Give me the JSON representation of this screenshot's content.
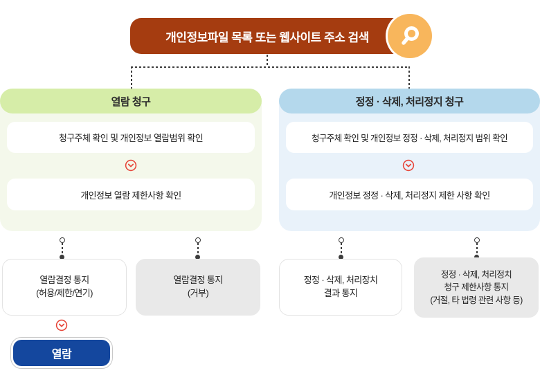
{
  "header": {
    "title": "개인정보파일 목록 또는 웹사이트 주소 검색",
    "icon": "search-icon"
  },
  "left_branch": {
    "title": "열람 청구",
    "steps": [
      "청구주체 확인 및 개인정보 열람범위 확인",
      "개인정보 열람 제한사항 확인"
    ]
  },
  "right_branch": {
    "title": "정정 · 삭제, 처리정지 청구",
    "steps": [
      "청구주체 확인 및 개인정보 정정 · 삭제, 처리정지 범위 확인",
      "개인정보 정정 · 삭제, 처리정지 제한 사항 확인"
    ]
  },
  "outcomes": [
    {
      "text": "열람결정 통지\n(허용/제한/연기)",
      "style": "outlined"
    },
    {
      "text": "열람결정 통지\n(거부)",
      "style": "filled"
    },
    {
      "text": "정정 · 삭제, 처리장치\n결과 통지",
      "style": "outlined"
    },
    {
      "text": "정정 · 삭제, 처리정치\n청구 제한사항 통지\n(거절, 타 법령 관련 사항 등)",
      "style": "filled"
    }
  ],
  "action_button": {
    "label": "열람"
  },
  "colors": {
    "header_bg": "#a53c10",
    "search_circle_bg": "#f8b65c",
    "left_header_bg": "#d6eda8",
    "left_panel_bg": "#f4f8eb",
    "right_header_bg": "#b4d8ec",
    "right_panel_bg": "#e9f2fa",
    "accent_red": "#e7483c",
    "button_blue": "#14479e",
    "outcome_gray": "#e9e9e9"
  }
}
